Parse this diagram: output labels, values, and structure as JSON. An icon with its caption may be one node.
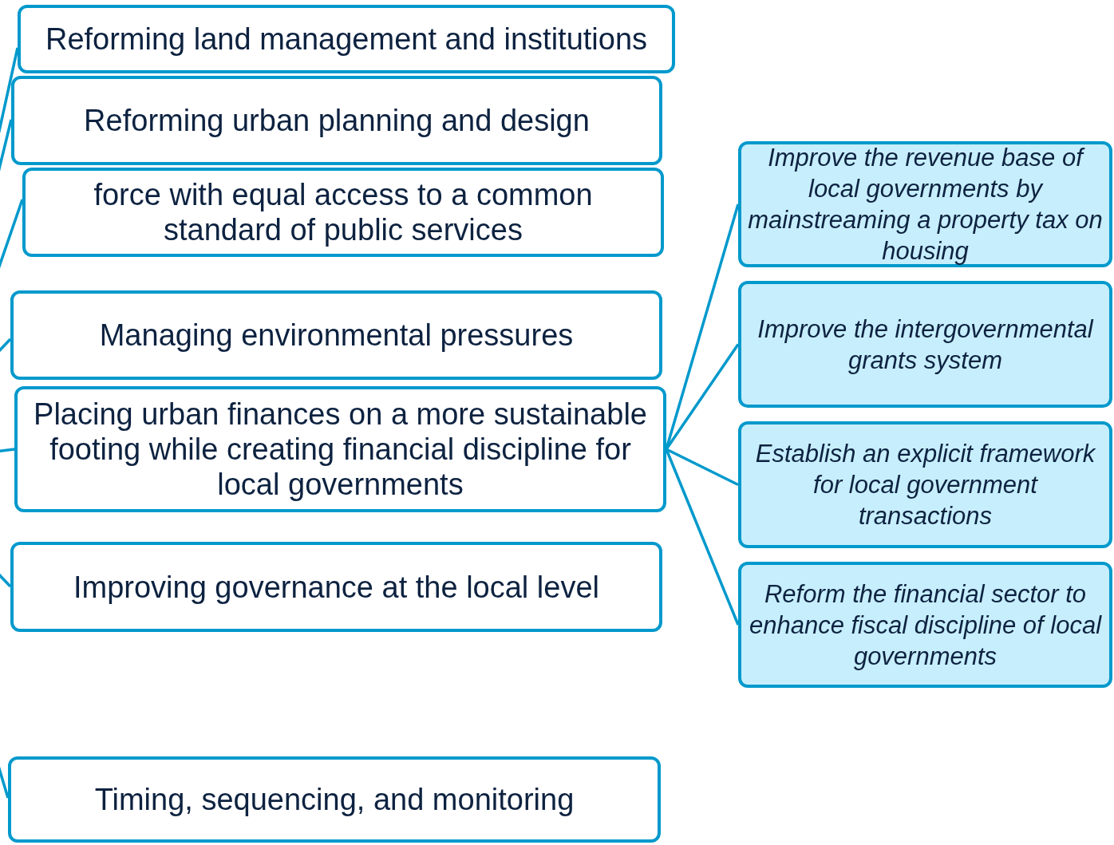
{
  "diagram": {
    "nodes": [
      {
        "text": [
          "Reforming land management and institutions"
        ]
      },
      {
        "text": [
          "Reforming urban planning and design"
        ]
      },
      {
        "text": [
          "force with equal access to a common standard of public services"
        ]
      },
      {
        "text": [
          "Managing environmental pressures"
        ]
      },
      {
        "text": [
          "Placing urban finances on a more sustainable footing while creating financial discipline for local governments"
        ]
      },
      {
        "text": [
          "Improving governance at the local level"
        ]
      },
      {
        "text": [
          "Timing, sequencing, and monitoring"
        ]
      },
      {
        "text": [
          "Improve the revenue base of local governments by mainstreaming a property tax on housing"
        ]
      },
      {
        "text": [
          "Improve the intergovernmental grants system"
        ]
      },
      {
        "text": [
          "Establish an explicit framework for local government transactions"
        ]
      },
      {
        "text": [
          "Reform the financial sector to enhance fiscal discipline of local governments"
        ]
      }
    ],
    "edges": [
      {
        "from": null,
        "to": 0,
        "arrow": "none"
      },
      {
        "from": null,
        "to": 1,
        "arrow": "none"
      },
      {
        "from": null,
        "to": 2,
        "arrow": "none"
      },
      {
        "from": null,
        "to": 3,
        "arrow": "none"
      },
      {
        "from": null,
        "to": 4,
        "arrow": "none"
      },
      {
        "from": null,
        "to": 5,
        "arrow": "none"
      },
      {
        "from": null,
        "to": 6,
        "arrow": "none"
      },
      {
        "from": 4,
        "to": 7,
        "arrow": "none"
      },
      {
        "from": 4,
        "to": 8,
        "arrow": "none"
      },
      {
        "from": 4,
        "to": 9,
        "arrow": "none"
      },
      {
        "from": 4,
        "to": 10,
        "arrow": "none"
      }
    ]
  }
}
